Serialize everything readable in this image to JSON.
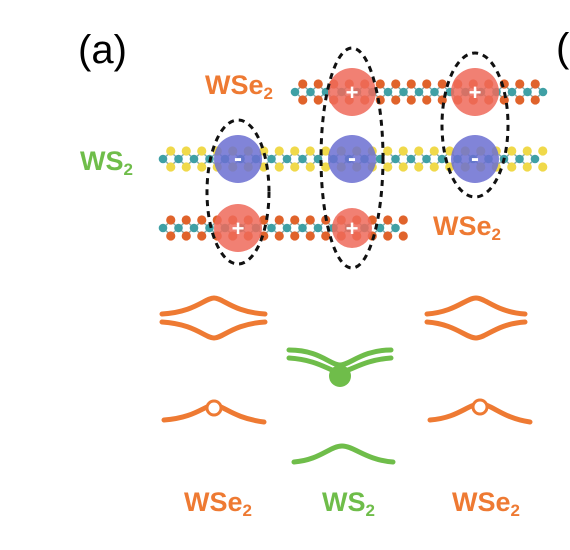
{
  "panel_label": "(a)",
  "edge_label": "(",
  "layer_labels": {
    "wse2_top": {
      "base": "WSe",
      "sub": "2"
    },
    "ws2_middle": {
      "base": "WS",
      "sub": "2"
    },
    "wse2_bottom": {
      "base": "WSe",
      "sub": "2"
    }
  },
  "band_labels": {
    "left": {
      "base": "WSe",
      "sub": "2"
    },
    "center": {
      "base": "WS",
      "sub": "2"
    },
    "right": {
      "base": "WSe",
      "sub": "2"
    }
  },
  "charges": {
    "hole_symbol": "+",
    "electron_symbol": "-"
  },
  "colors": {
    "wse2": "#ee7a33",
    "ws2": "#6fbd4a",
    "electron": "#6b6fd1",
    "hole": "#ef6a5a",
    "w_atom": "#3fa0a5",
    "s_atom": "#f0d94a",
    "se_atom": "#e0632b"
  }
}
